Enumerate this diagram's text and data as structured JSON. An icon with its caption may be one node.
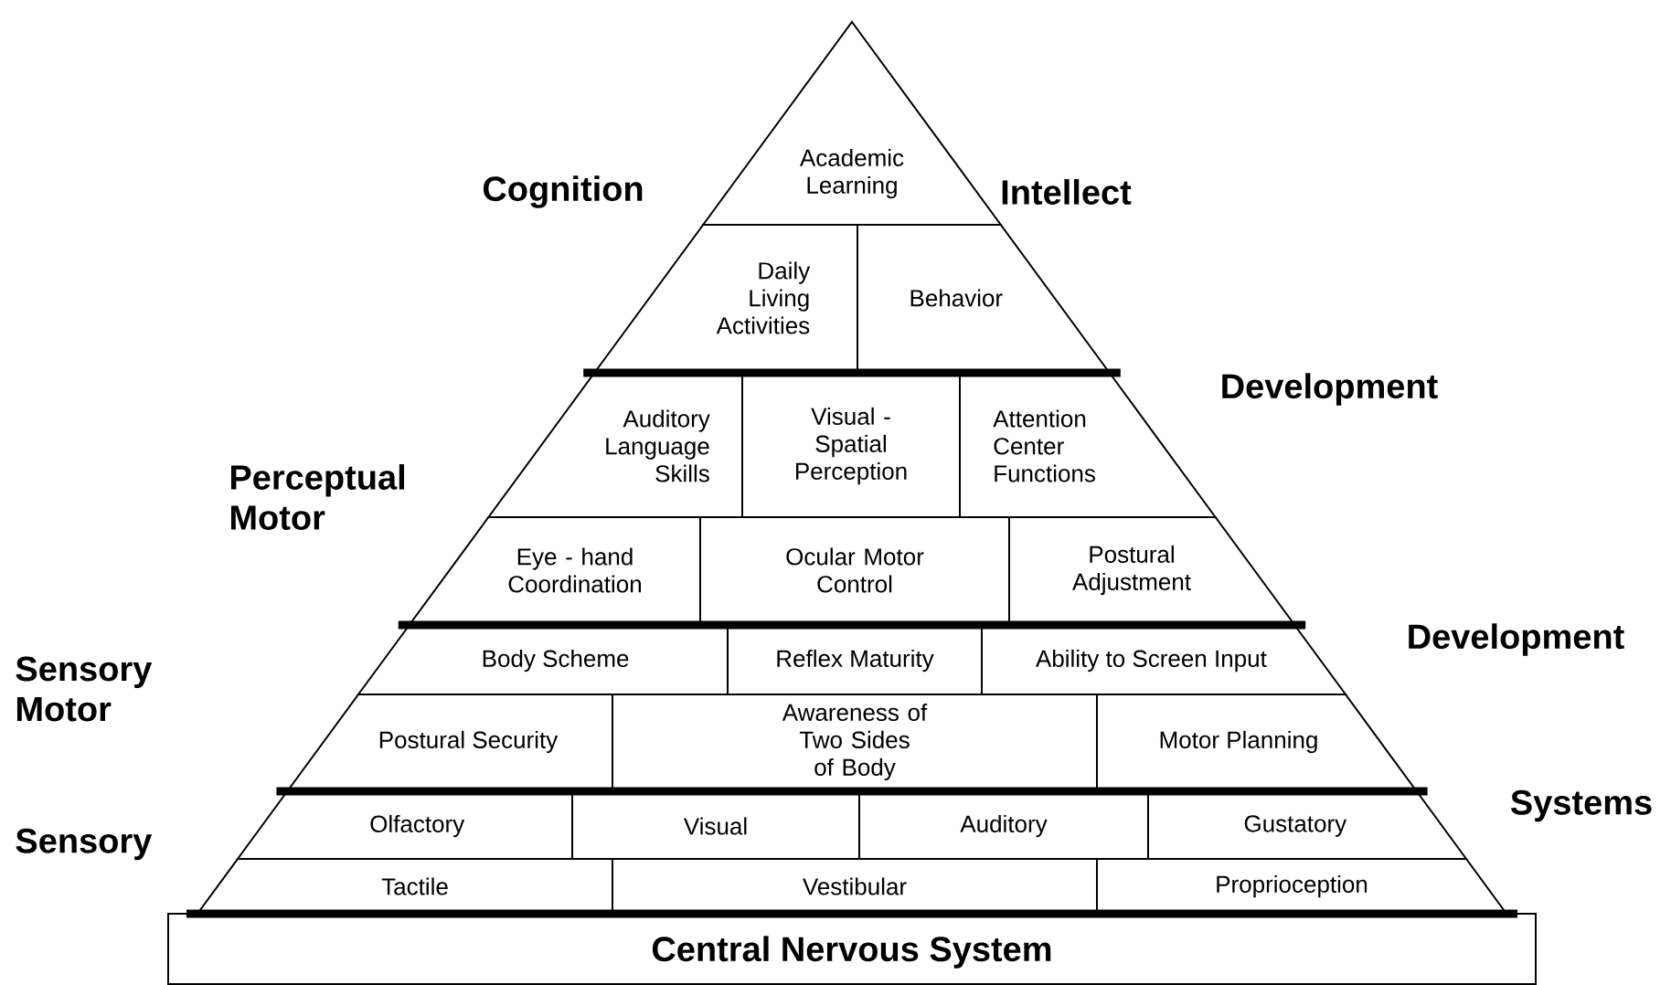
{
  "diagram": {
    "nodes": [
      {
        "text": [
          "Academic Learning"
        ]
      },
      {
        "text": [
          "Daily Living Activities"
        ]
      },
      {
        "text": [
          "Behavior"
        ]
      },
      {
        "text": [
          "Auditory Language Skills"
        ]
      },
      {
        "text": [
          "Visual - Spatial Perception"
        ]
      },
      {
        "text": [
          "Attention Center Functions"
        ]
      },
      {
        "text": [
          "Eye - hand Coordination"
        ]
      },
      {
        "text": [
          "Ocular Motor Control"
        ]
      },
      {
        "text": [
          "Postural Adjustment"
        ]
      },
      {
        "text": [
          "Body Scheme"
        ]
      },
      {
        "text": [
          "Reflex Maturity"
        ]
      },
      {
        "text": [
          "Ability to Screen Input"
        ]
      },
      {
        "text": [
          "Postural Security"
        ]
      },
      {
        "text": [
          "Awareness of Two Sides of Body"
        ]
      },
      {
        "text": [
          "Motor Planning"
        ]
      },
      {
        "text": [
          "Olfactory"
        ]
      },
      {
        "text": [
          "Visual"
        ]
      },
      {
        "text": [
          "Auditory"
        ]
      },
      {
        "text": [
          "Gustatory"
        ]
      },
      {
        "text": [
          "Tactile"
        ]
      },
      {
        "text": [
          "Vestibular"
        ]
      },
      {
        "text": [
          "Proprioception"
        ]
      },
      {
        "text": [
          "Central Nervous System"
        ]
      }
    ],
    "labels": [
      "Cognition",
      "Intellect",
      "Development",
      "Perceptual Motor",
      "Development",
      "Sensory Motor",
      "Systems",
      "Sensory"
    ]
  }
}
